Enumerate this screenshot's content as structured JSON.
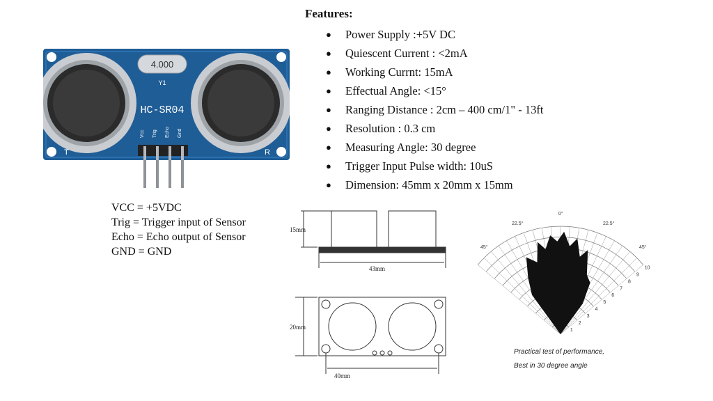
{
  "features": {
    "title": "Features:",
    "items": [
      "Power Supply :+5V DC",
      "Quiescent Current : <2mA",
      "Working Currnt: 15mA",
      "Effectual Angle: <15°",
      "Ranging Distance : 2cm – 400 cm/1\" - 13ft",
      "Resolution : 0.3 cm",
      "Measuring Angle: 30 degree",
      "Trigger Input Pulse width: 10uS",
      "Dimension: 45mm x 20mm x 15mm"
    ]
  },
  "pins": [
    "VCC = +5VDC",
    "Trig = Trigger input of Sensor",
    "Echo = Echo output of Sensor",
    "GND = GND"
  ],
  "board": {
    "crystal": "4.000",
    "crystal_ref": "Y1",
    "model": "HC-SR04",
    "pin_labels": [
      "Vcc",
      "Trig",
      "Echo",
      "Gnd"
    ],
    "left_mark": "T",
    "right_mark": "R",
    "pcb_color": "#1f5d96",
    "transducer_rim_color": "#c9cdd2"
  },
  "dimensions": {
    "height_label": "15mm",
    "length_label": "43mm",
    "width_label": "20mm",
    "hole_spacing_label": "40mm"
  },
  "beam_chart": {
    "top_label": "0°",
    "left_labels": [
      "22.5°",
      "45°"
    ],
    "right_labels": [
      "22.5°",
      "45°"
    ],
    "range_labels": [
      "10",
      "9",
      "8",
      "7",
      "6",
      "5",
      "4",
      "3",
      "2",
      "1"
    ],
    "caption_line1": "Practical test of performance,",
    "caption_line2": "Best in 30 degree angle"
  }
}
